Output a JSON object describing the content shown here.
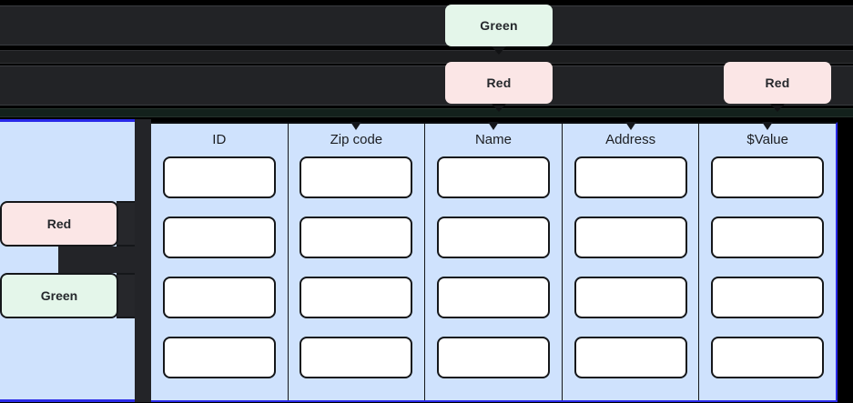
{
  "theme": {
    "dark_bg": "#222326",
    "panel_blue": "#cfe2fd",
    "accent_blue": "#2a2ae8",
    "badge_green_bg": "#e4f6ea",
    "badge_red_bg": "#fbe6e6",
    "cell_white": "#ffffff",
    "outline_black": "#15171a"
  },
  "tooltips": [
    {
      "id": "top-green",
      "label": "Green",
      "color": "green"
    },
    {
      "id": "mid-red",
      "label": "Red",
      "color": "red"
    },
    {
      "id": "right-red",
      "label": "Red",
      "color": "red"
    }
  ],
  "sidebar": {
    "badges": [
      {
        "id": "side-red",
        "label": "Red",
        "color": "red"
      },
      {
        "id": "side-green",
        "label": "Green",
        "color": "green"
      }
    ]
  },
  "table": {
    "columns": [
      {
        "header": "ID",
        "cells": [
          "",
          "",
          "",
          ""
        ]
      },
      {
        "header": "Zip code",
        "cells": [
          "",
          "",
          "",
          ""
        ]
      },
      {
        "header": "Name",
        "cells": [
          "",
          "",
          "",
          ""
        ]
      },
      {
        "header": "Address",
        "cells": [
          "",
          "",
          "",
          ""
        ]
      },
      {
        "header": "$Value",
        "cells": [
          "",
          "",
          "",
          ""
        ]
      }
    ],
    "row_count": 4,
    "column_count": 5
  }
}
